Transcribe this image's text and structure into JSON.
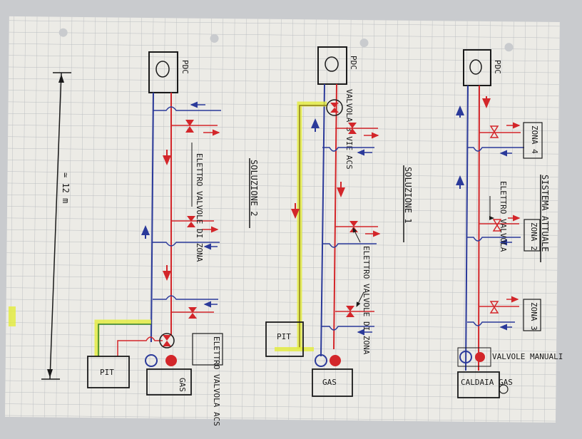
{
  "colors": {
    "paper": "#ecebe6",
    "grid": "#b9bcc0",
    "supply": "#d3262a",
    "return": "#2b3a9a",
    "highlight": "#e4ec3a",
    "ink": "#1a1a1a"
  },
  "dimension": {
    "label": "≃ 12 m"
  },
  "solution2": {
    "title": "SOLUZIONE 2",
    "heat_pump": "PDC",
    "zone_valves_note": "ELETTRO VALVOLE DI ZONA",
    "acs_valve_note": "ELETTRO VALVOLA ACS",
    "pit_label": "PIT",
    "boiler_label": "GAS"
  },
  "solution1": {
    "title": "SOLUZIONE 1",
    "heat_pump": "PDC",
    "three_way_note": "VALVOLA 3 VIE ACS",
    "zone_valves_note": "ELETTRO VALVOLE DI ZONA",
    "pit_label": "PIT",
    "boiler_label": "GAS"
  },
  "current": {
    "title": "SISTEMA ATTUALE",
    "heat_pump": "PDC",
    "zones": [
      "ZONA 4",
      "ZONA 2",
      "ZONA 3"
    ],
    "valve_note": "ELETTRO VALVOLA",
    "manual_valves_note": "VALVOLE MANUALI",
    "boiler_label": "CALDAIA GAS"
  }
}
